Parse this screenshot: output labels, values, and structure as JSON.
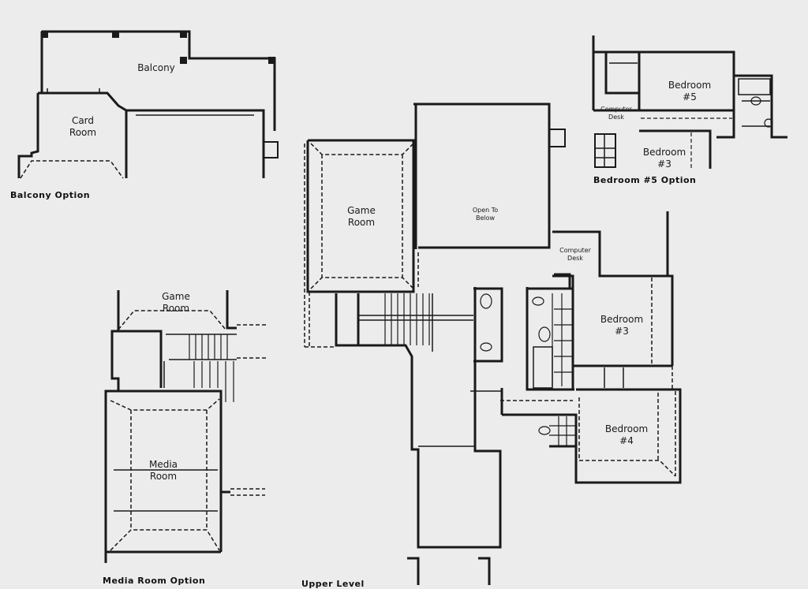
{
  "balcony_option": {
    "caption": "Balcony Option",
    "rooms": {
      "balcony": "Balcony",
      "card_room": "Card\nRoom"
    }
  },
  "bedroom5_option": {
    "caption": "Bedroom #5 Option",
    "rooms": {
      "bedroom5": "Bedroom\n#5",
      "computer_desk": "Computer\nDesk",
      "bedroom3": "Bedroom\n#3"
    }
  },
  "media_room_option": {
    "caption": "Media Room Option",
    "rooms": {
      "game_room": "Game\nRoom",
      "media_room": "Media\nRoom"
    }
  },
  "upper_level": {
    "caption": "Upper Level",
    "rooms": {
      "game_room": "Game\nRoom",
      "open_to_below": "Open To\nBelow",
      "computer_desk": "Computer\nDesk",
      "bedroom3": "Bedroom\n#3",
      "bedroom4": "Bedroom\n#4"
    }
  }
}
